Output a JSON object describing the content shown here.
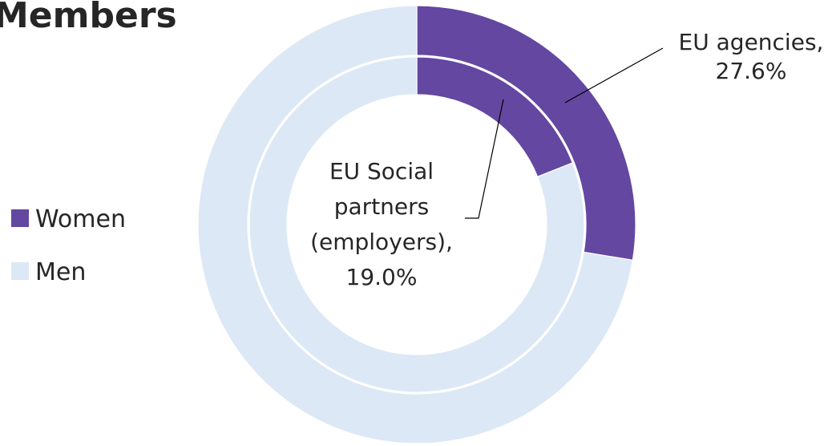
{
  "chart_data": {
    "type": "pie",
    "title": "Members",
    "legend": {
      "placement": "left",
      "entries": [
        "Women",
        "Men"
      ]
    },
    "colors": {
      "women": "#6347A0",
      "men": "#DCE8F5",
      "divider": "#ffffff",
      "text": "#262626",
      "leader": "#000000"
    },
    "rings": [
      {
        "name": "EU agencies",
        "position": "outer",
        "slices": [
          {
            "category": "Women",
            "value": 27.6
          },
          {
            "category": "Men",
            "value": 72.4
          }
        ],
        "label_lines": [
          "EU agencies,",
          "27.6%"
        ]
      },
      {
        "name": "EU Social partners (employers)",
        "position": "inner",
        "slices": [
          {
            "category": "Women",
            "value": 19.0
          },
          {
            "category": "Men",
            "value": 81.0
          }
        ],
        "label_lines": [
          "EU Social",
          "partners",
          "(employers),",
          "19.0%"
        ]
      }
    ]
  }
}
